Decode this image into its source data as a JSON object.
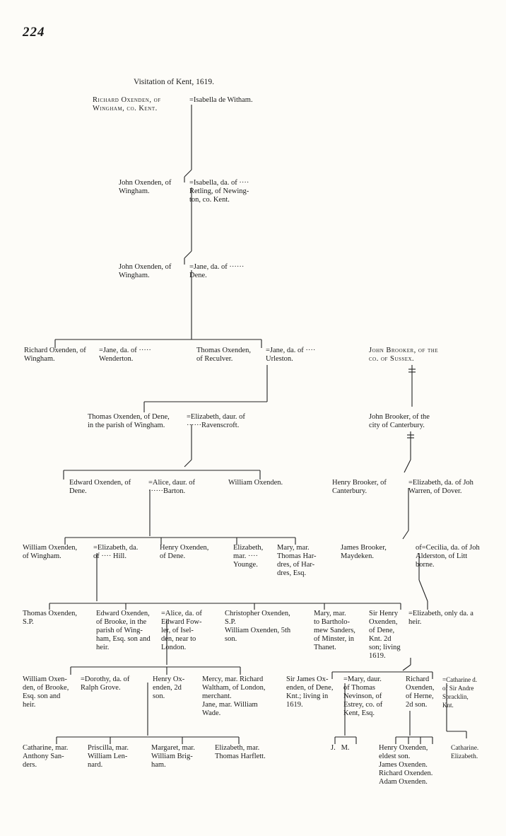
{
  "page_number": "224",
  "heading": "Visitation of Kent, 1619.",
  "entries": {
    "richard_sr": "Richard Oxenden, of\nWingham, co. Kent.",
    "isabella_witham": "=Isabella de Witham.",
    "john1": "John Oxenden, of\nWingham.",
    "isabella_retling": "=Isabella, da. of ····\nRetling, of Newing-\nton, co. Kent.",
    "john2": "John Oxenden, of\nWingham.",
    "jane_dene": "=Jane, da. of ······\nDene.",
    "richard_jr": "Richard Oxenden, of\nWingham.",
    "jane_wenderton": "=Jane, da. of ·····\nWenderton.",
    "thomas_reculver": "Thomas Oxenden,\nof Reculver.",
    "jane_urleston": "=Jane, da. of ····\nUrleston.",
    "john_brooker_sussex": "John Brooker, of the\nco. of Sussex.",
    "thomas_dene": "Thomas Oxenden, of Dene,\nin the parish of Wingham.",
    "elizabeth_ravenscroft": "=Elizabeth, daur. of\n······Ravenscroft.",
    "john_brooker_canterbury": "John Brooker, of the\ncity of Canterbury.",
    "edward_dene": "Edward Oxenden, of\nDene.",
    "alice_barton": "=Alice, daur. of\n······Barton.",
    "william_oxenden": "William Oxenden.",
    "henry_brooker": "Henry Brooker, of\nCanterbury.",
    "elizabeth_warren": "=Elizabeth, da. of Joh\nWarren, of Dover.",
    "william_wingham": "William Oxenden,\nof Wingham.",
    "elizabeth_hill": "=Elizabeth, da.\nof ···· Hill.",
    "henry_dene": "Henry Oxenden,\nof Dene.",
    "elizabeth_younge": "Elizabeth,\nmar. ····\nYounge.",
    "mary_hardres": "Mary, mar.\nThomas Har-\ndres, of Har-\ndres, Esq.",
    "james_brooker": "James Brooker,\nMaydeken.",
    "cecilia_alderston": "of=Cecilia, da. of Joh\nAlderston, of Litt\nborne.",
    "thomas_sp": "Thomas Oxenden,\nS.P.",
    "edward_brooke": "Edward Oxenden,\nof Brooke, in the\nparish of Wing-\nham, Esq. son and\nheir.",
    "alice_fowler": "=Alice, da. of\nEdward Fow-\nler, of Isel-\nden, near to\nLondon.",
    "christopher": "Christopher Oxenden,\nS.P.",
    "william_5th": "William Oxenden, 5th\nson.",
    "mary_sanders": "Mary, mar.\nto Bartholo-\nmew Sanders,\nof Minster, in\nThanet.",
    "sir_henry": "Sir Henry\nOxenden,\nof Dene,\nKnt. 2d\nson; living\n1619.",
    "elizabeth_heir": "=Elizabeth, only da. a\nheir.",
    "william_brooke": "William Oxen-\nden, of Brooke,\nEsq. son and\nheir.",
    "dorothy_grove": "=Dorothy, da. of\nRalph Grove.",
    "henry_2d": "Henry Ox-\nenden, 2d\nson.",
    "mercy_waltham": "Mercy, mar. Richard\nWaltham, of London,\nmerchant.\nJane, mar. William\nWade.",
    "sir_james": "Sir James Ox-\nenden, of Dene,\nKnt.; living in\n1619.",
    "mary_nevinson": "=Mary, daur.\nof Thomas\nNevinson, of\nEstrey, co. of\nKent, Esq.",
    "richard_herne": "Richard\nOxenden,\nof Herne,\n2d son.",
    "catharine_spracklin": "=Catharine d.\nof Sir Andre\nSpracklin,\nKnt.",
    "catharine_sanders": "Catharine, mar.\nAnthony San-\nders.",
    "priscilla": "Priscilla, mar.\nWilliam Len-\nnard.",
    "margaret": "Margaret, mar.\nWilliam Brig-\nham.",
    "elizabeth_harflett": "Elizabeth, mar.\nThomas Harflett.",
    "jm": "J.   M.",
    "henry_eldest": "Henry Oxenden,\neldest son.\nJames Oxenden.\nRichard Oxenden.\nAdam Oxenden.",
    "catharine_elizabeth": "Catharine.\nElizabeth."
  }
}
